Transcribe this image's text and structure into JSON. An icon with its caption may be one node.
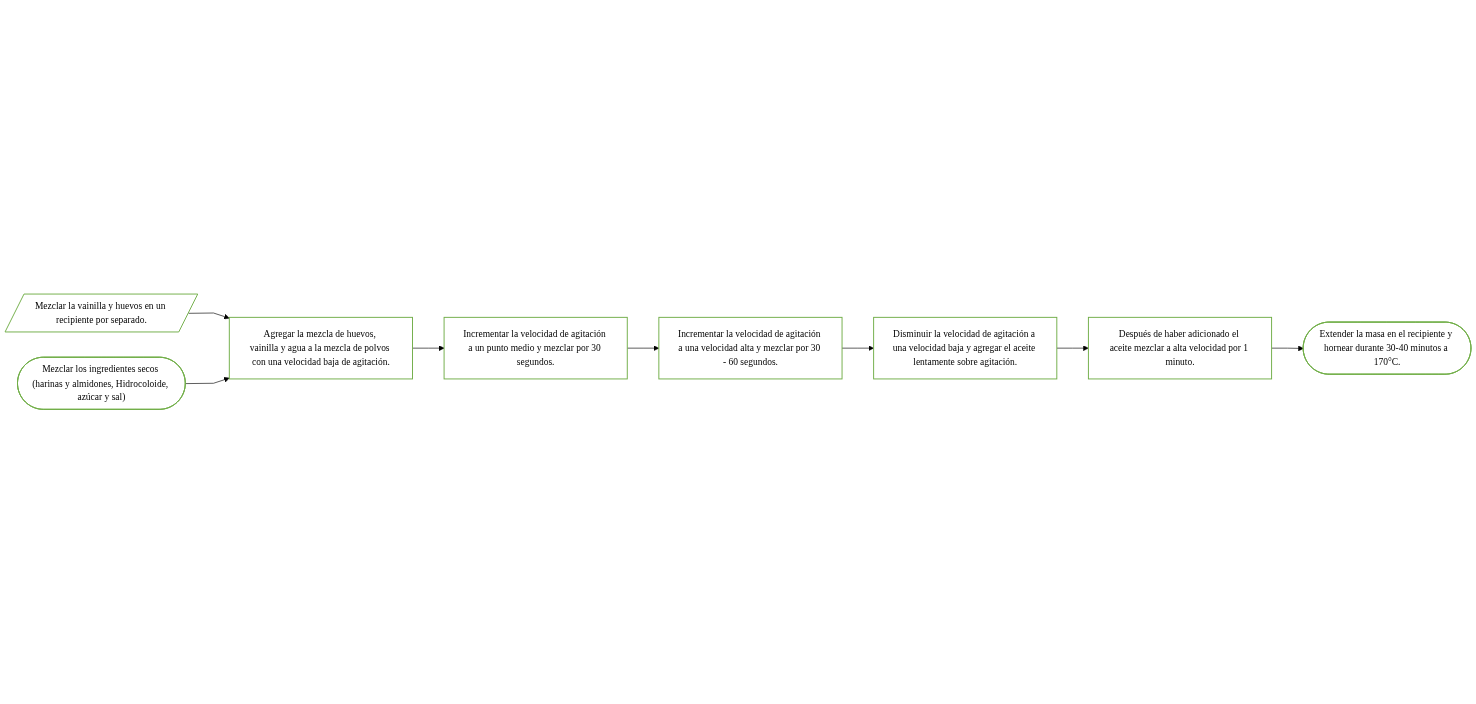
{
  "diagram": {
    "nodes": [
      {
        "text": [
          "Mezclar la vainilla y huevos en un recipiente por separado."
        ]
      },
      {
        "text": [
          "Mezclar los ingredientes secos (harinas y almidones, Hidrocoloide, azúcar y sal)"
        ]
      },
      {
        "text": [
          "Agregar la mezcla de huevos, vainilla y agua a la mezcla de polvos con una velocidad baja de agitación."
        ]
      },
      {
        "text": [
          "Incrementar la velocidad de agitación a un punto medio y mezclar por 30 segundos."
        ]
      },
      {
        "text": [
          "Incrementar la velocidad de agitación a una velocidad alta y mezclar por 30 - 60 segundos."
        ]
      },
      {
        "text": [
          "Disminuir la velocidad de agitación a una velocidad baja y agregar el aceite lentamente sobre agitación."
        ]
      },
      {
        "text": [
          "Después de haber adicionado el aceite mezclar a alta velocidad por 1 minuto."
        ]
      },
      {
        "text": [
          "Extender la masa en el recipiente y hornear durante 30-40 minutos a 170°C."
        ]
      }
    ],
    "edges": [
      {
        "from": 0,
        "to": 2,
        "arrow": "to"
      },
      {
        "from": 1,
        "to": 2,
        "arrow": "to"
      },
      {
        "from": 2,
        "to": 3,
        "arrow": "to"
      },
      {
        "from": 3,
        "to": 4,
        "arrow": "to"
      },
      {
        "from": 4,
        "to": 5,
        "arrow": "to"
      },
      {
        "from": 5,
        "to": 6,
        "arrow": "to"
      },
      {
        "from": 6,
        "to": 7,
        "arrow": "to"
      }
    ]
  }
}
